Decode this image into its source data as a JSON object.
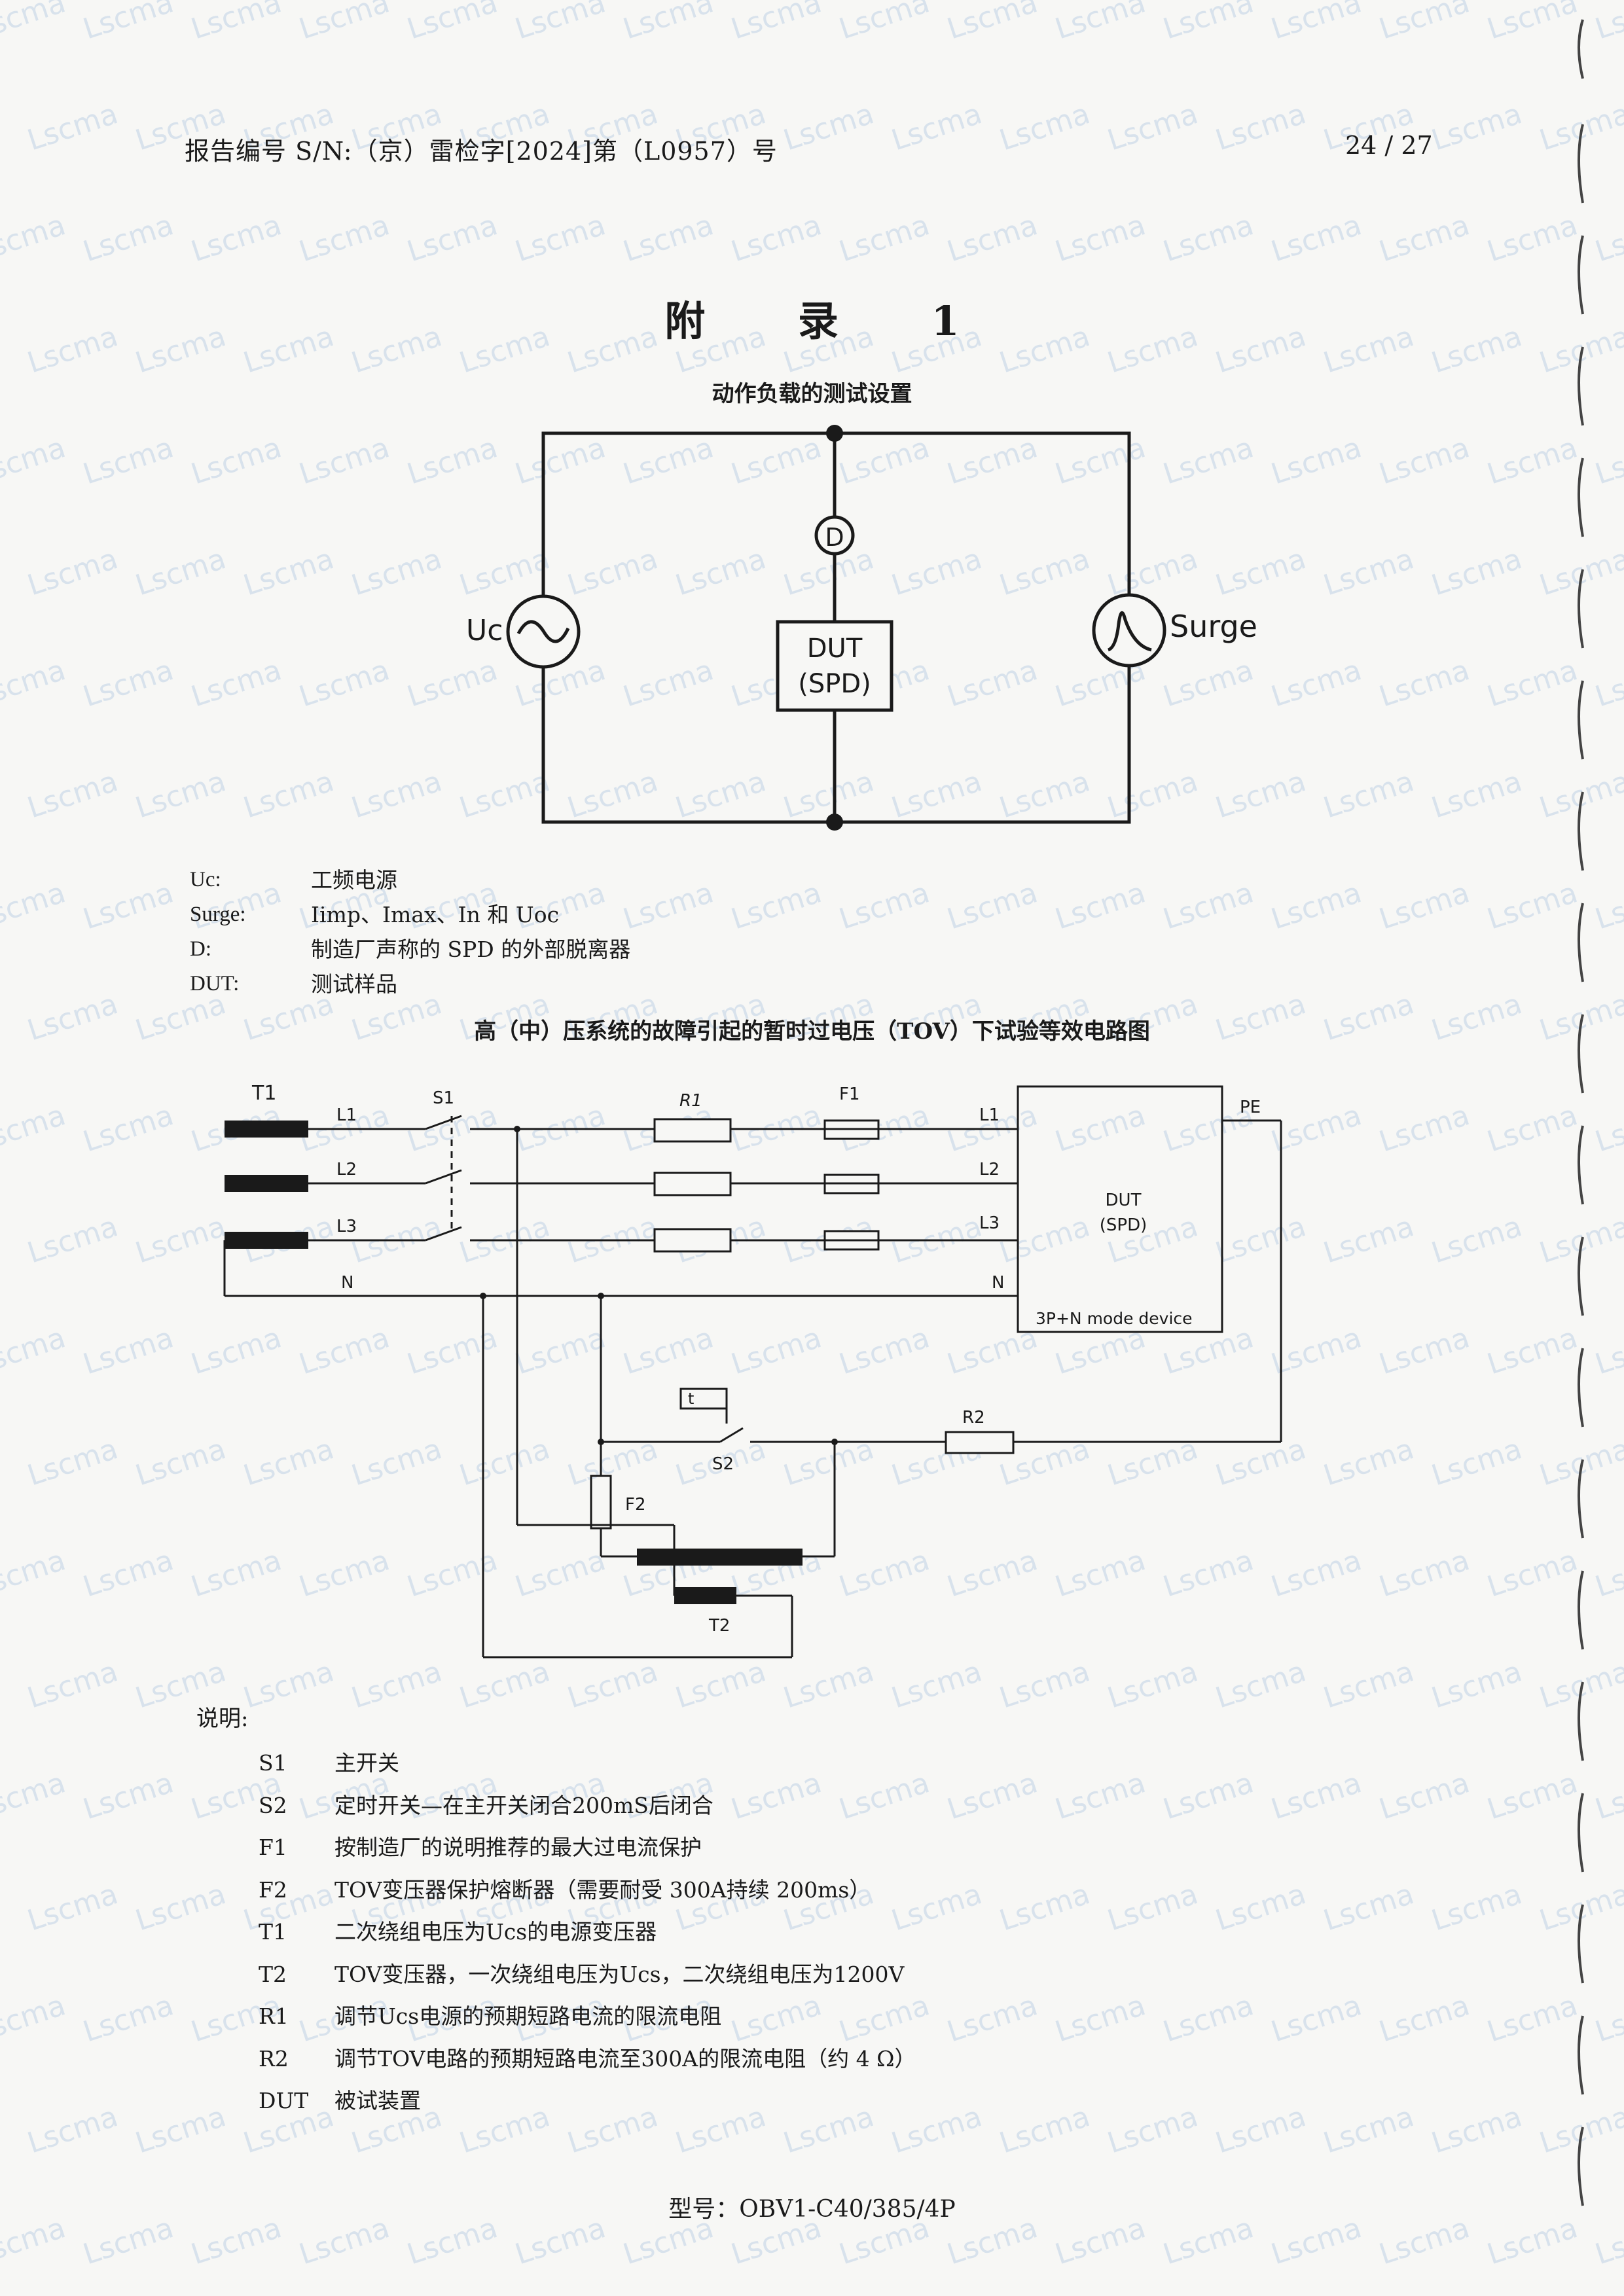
{
  "header": {
    "report_sn": "报告编号 S/N:（京）雷检字[2024]第（L0957）号",
    "page": "24 / 27"
  },
  "watermark": {
    "text": "Lscma"
  },
  "appendix": {
    "title": "附 录 1",
    "figure1": {
      "title": "动作负载的测试设置",
      "labels": {
        "source": "Uc",
        "source_sub": "c",
        "disconnector": "D",
        "dut_line1": "DUT",
        "dut_line2": "(SPD)",
        "surge": "Surge"
      },
      "legend": [
        {
          "symbol": "Uc:",
          "description": "工频电源"
        },
        {
          "symbol": "Surge:",
          "description": "Iimp、Imax、In 和 Uoc"
        },
        {
          "symbol": "D:",
          "description": "制造厂声称的 SPD 的外部脱离器"
        },
        {
          "symbol": "DUT:",
          "description": "测试样品"
        }
      ]
    },
    "figure2": {
      "title": "高（中）压系统的故障引起的暂时过电压（TOV）下试验等效电路图",
      "labels": {
        "t1": "T1",
        "s1": "S1",
        "r1": "R1",
        "f1": "F1",
        "l1_left": "L1",
        "l2_left": "L2",
        "l3_left": "L3",
        "n_left": "N",
        "l1_right": "L1",
        "l2_right": "L2",
        "l3_right": "L3",
        "n_right": "N",
        "pe": "PE",
        "dut_line1": "DUT",
        "dut_line2": "(SPD)",
        "mode": "3P+N  mode device",
        "timer": "t",
        "s2": "S2",
        "r2": "R2",
        "f2": "F2",
        "t2": "T2"
      }
    },
    "notes_heading": "说明:",
    "notes": [
      {
        "symbol": "S1",
        "description": "主开关"
      },
      {
        "symbol": "S2",
        "description": "定时开关—在主开关闭合200mS后闭合"
      },
      {
        "symbol": "F1",
        "description": "按制造厂的说明推荐的最大过电流保护"
      },
      {
        "symbol": "F2",
        "description": "TOV变压器保护熔断器（需要耐受 300A持续 200ms）"
      },
      {
        "symbol": "T1",
        "description": "二次绕组电压为Ucs的电源变压器"
      },
      {
        "symbol": "T2",
        "description": "TOV变压器，一次绕组电压为Ucs，二次绕组电压为1200V"
      },
      {
        "symbol": "R1",
        "description": "调节Ucs电源的预期短路电流的限流电阻"
      },
      {
        "symbol": "R2",
        "description": "调节TOV电路的预期短路电流至300A的限流电阻（约 4 Ω）"
      },
      {
        "symbol": "DUT",
        "description": "被试装置"
      }
    ],
    "model": "型号：OBV1-C40/385/4P"
  }
}
